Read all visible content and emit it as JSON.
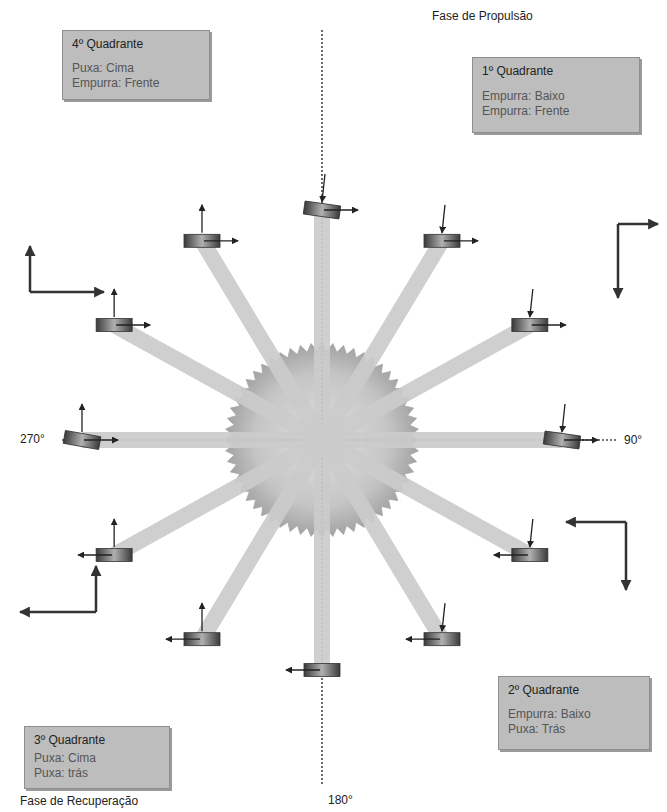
{
  "diagram": {
    "nodes": [
      {
        "text": [
          "4º Quadrante",
          "Puxa: Cima",
          "Empurra: Frente"
        ]
      },
      {
        "text": [
          "1º Quadrante",
          "Empurra: Baixo",
          "Empurra: Frente"
        ]
      },
      {
        "text": [
          "3º Quadrante",
          "Puxa: Cima",
          "Puxa: trás"
        ]
      },
      {
        "text": [
          "2º Quadrante",
          "Empurra: Baixo",
          "Puxa: Trás"
        ]
      }
    ],
    "labels": [
      "Fase de Propulsão",
      "270°",
      "90°",
      "Fase de Recuperação",
      "180°"
    ]
  }
}
